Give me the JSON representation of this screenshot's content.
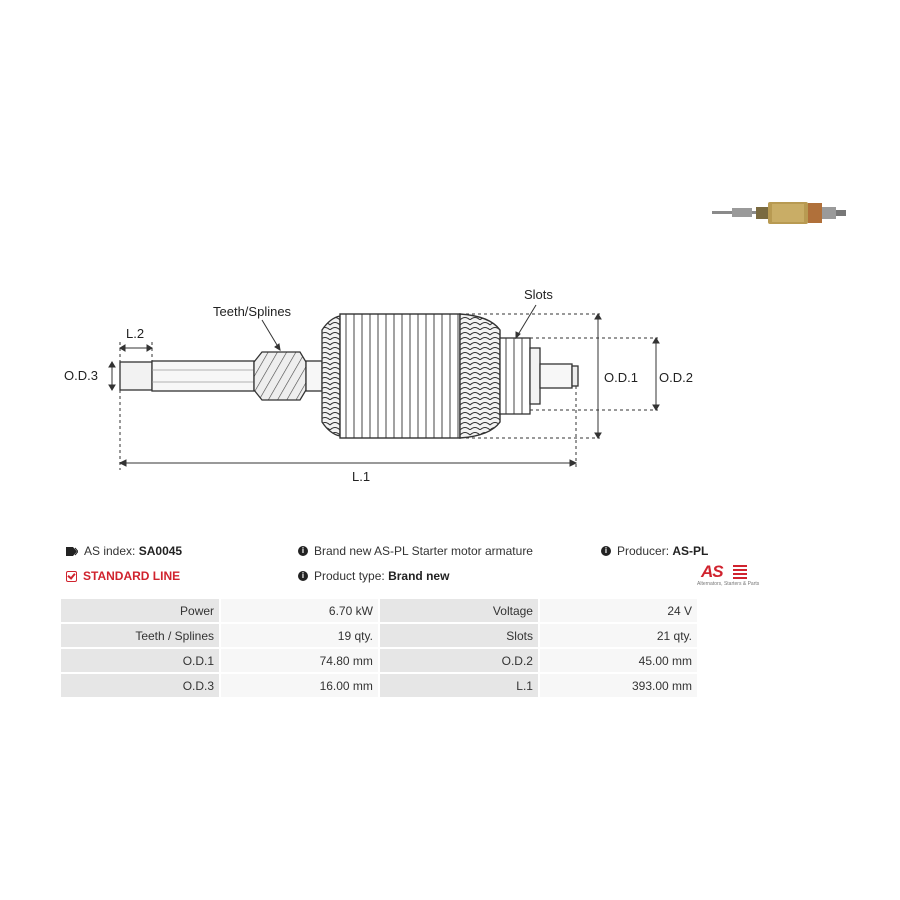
{
  "labels": {
    "teeth_splines": "Teeth/Splines",
    "slots": "Slots",
    "l2": "L.2",
    "od3": "O.D.3",
    "od1": "O.D.1",
    "od2": "O.D.2",
    "l1": "L.1"
  },
  "info": {
    "as_index_label": "AS index:",
    "as_index_value": "SA0045",
    "standard_line": "STANDARD LINE",
    "description": "Brand new AS-PL Starter motor armature",
    "product_type_label": "Product type:",
    "product_type_value": "Brand new",
    "producer_label": "Producer:",
    "producer_value": "AS-PL",
    "logo_text": "AS",
    "logo_tagline": "Alternators, Starters & Parts"
  },
  "specs": [
    {
      "label_a": "Power",
      "value_a": "6.70 kW",
      "label_b": "Voltage",
      "value_b": "24 V"
    },
    {
      "label_a": "Teeth / Splines",
      "value_a": "19 qty.",
      "label_b": "Slots",
      "value_b": "21 qty."
    },
    {
      "label_a": "O.D.1",
      "value_a": "74.80 mm",
      "label_b": "O.D.2",
      "value_b": "45.00 mm"
    },
    {
      "label_a": "O.D.3",
      "value_a": "16.00 mm",
      "label_b": "L.1",
      "value_b": "393.00 mm"
    }
  ],
  "colors": {
    "accent": "#d0232e",
    "table_label_bg": "#e6e6e6",
    "table_value_bg": "#f7f7f7"
  }
}
